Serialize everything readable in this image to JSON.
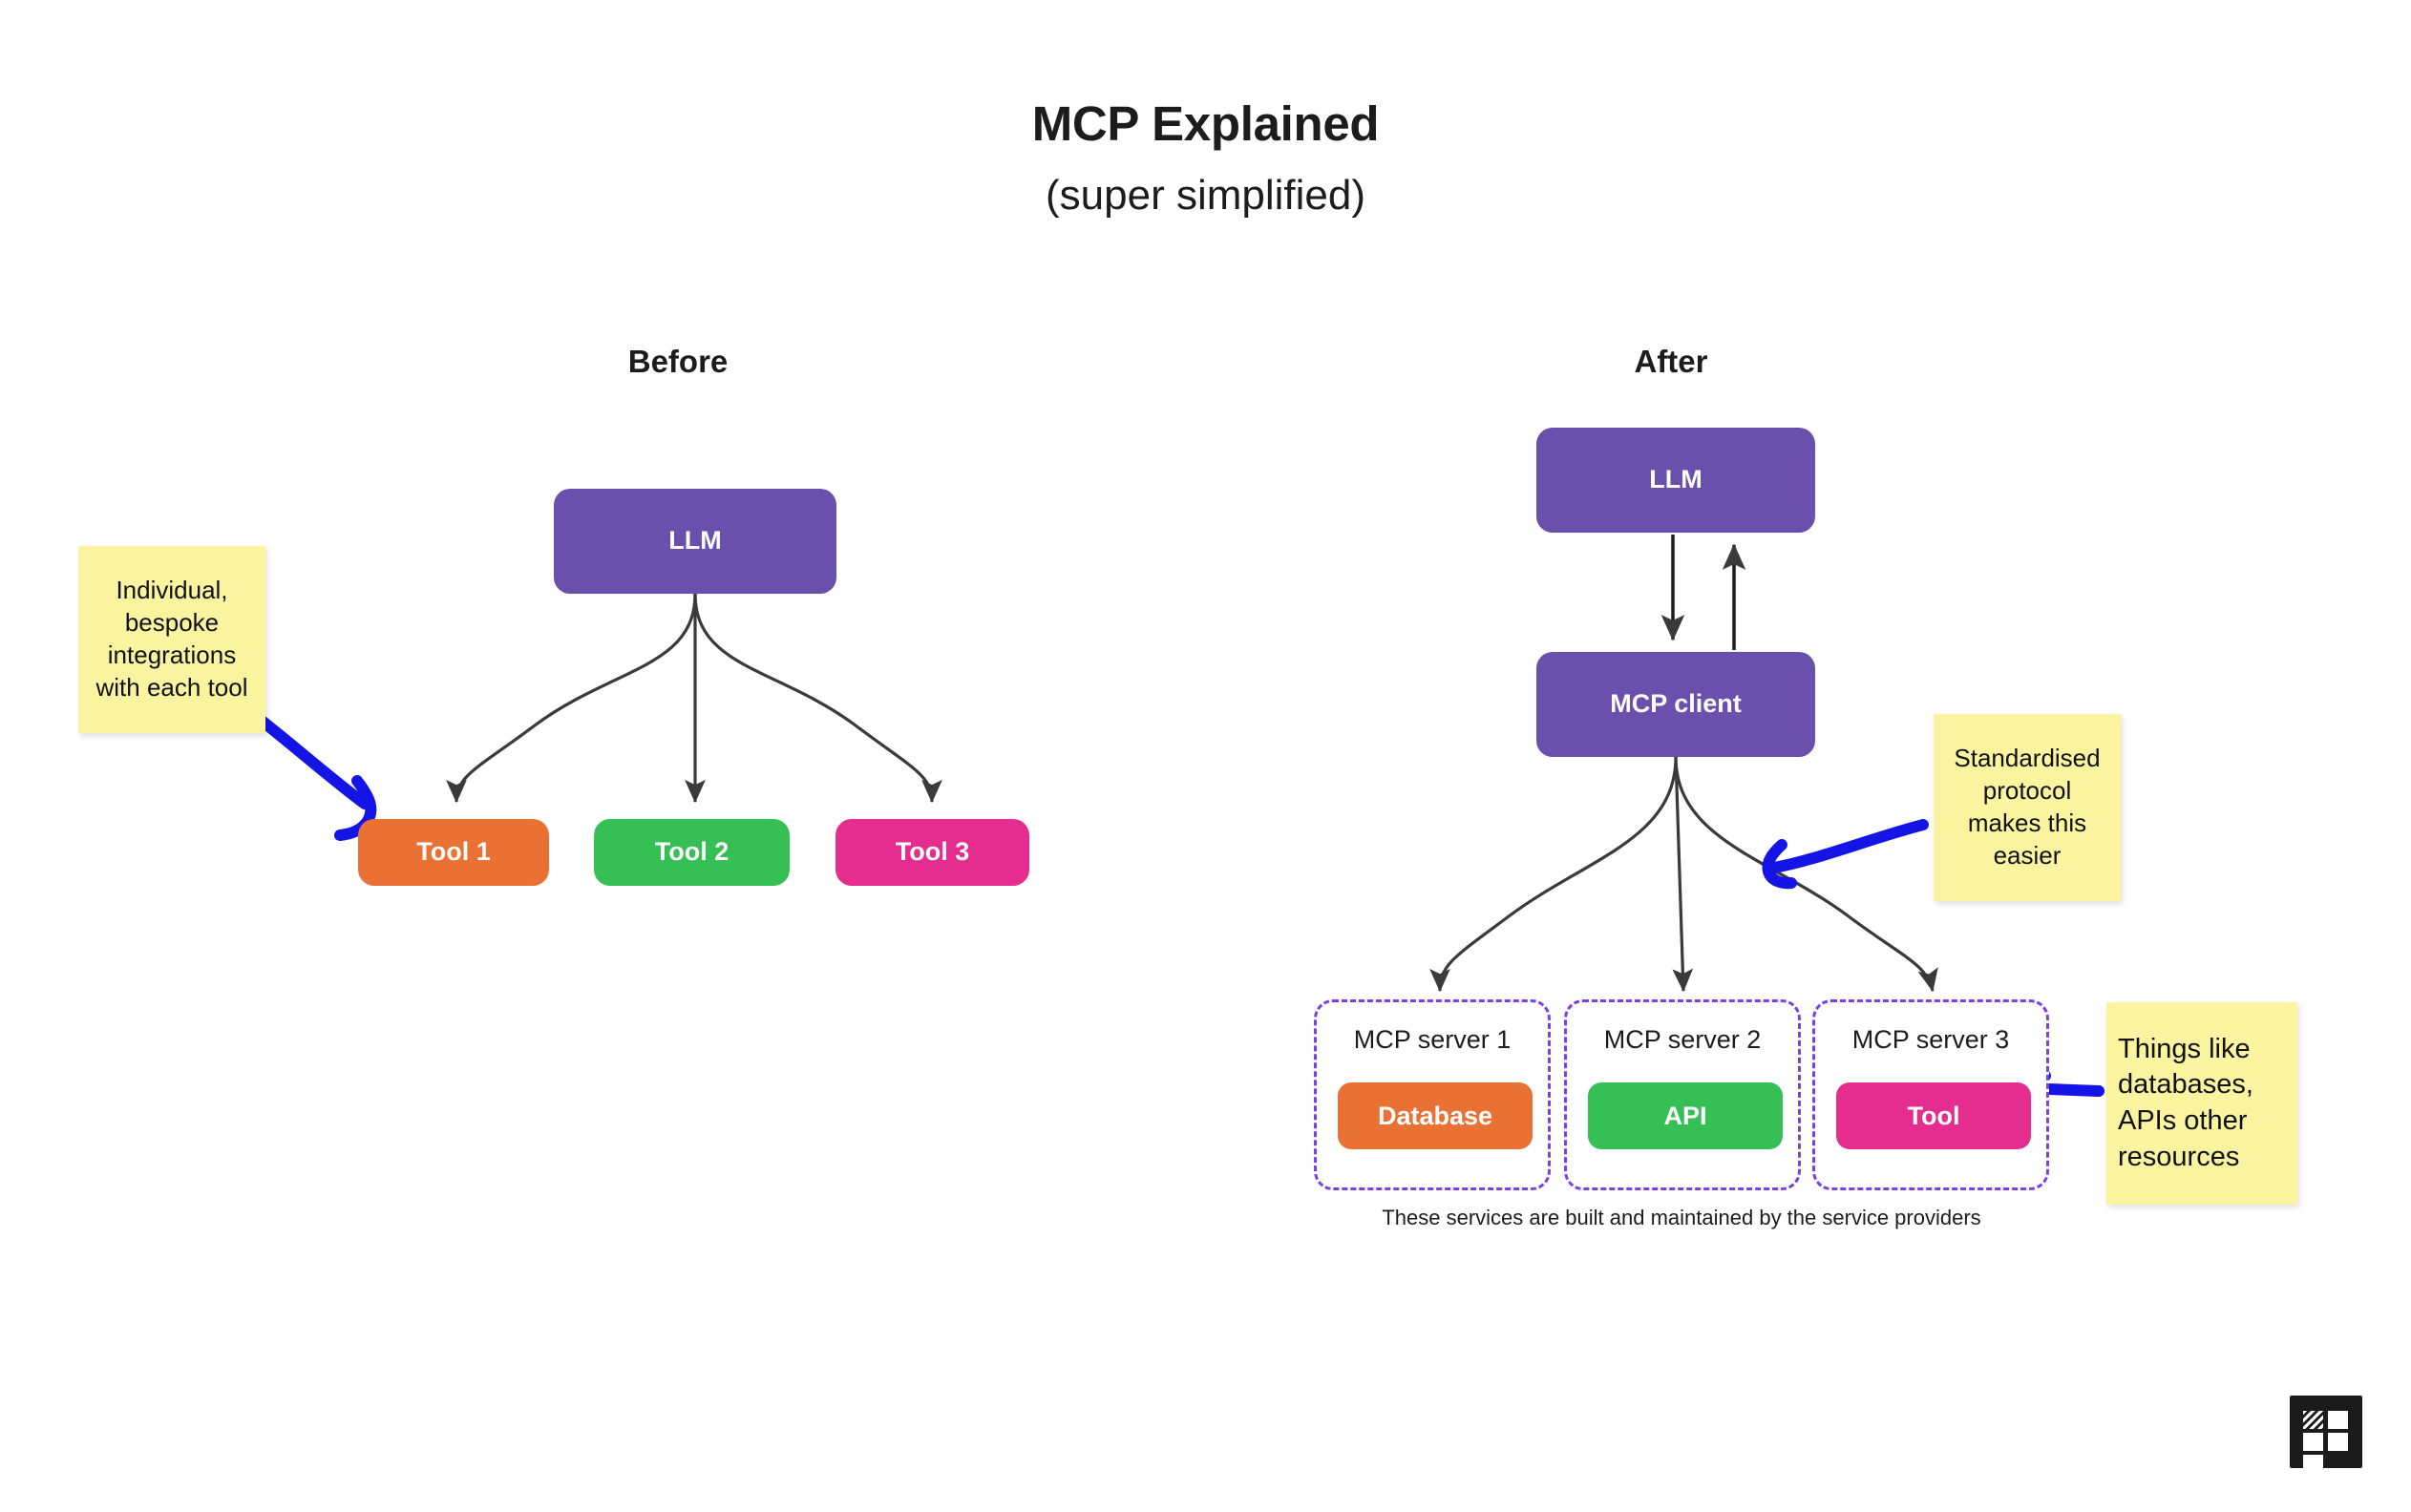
{
  "page": {
    "title_main": "MCP Explained",
    "title_sub": "(super simplified)",
    "background": "#ffffff"
  },
  "colors": {
    "purple": "#6A4FAD",
    "orange": "#EA7134",
    "green": "#35BF54",
    "pink": "#E52D8F",
    "sticky_yellow": "#FAF3A0",
    "dashed_border": "#7B3FE4",
    "annotation_blue": "#1414E6",
    "edge_black": "#3a3a3a",
    "text_dark": "#1c1c1c"
  },
  "before": {
    "heading": "Before",
    "llm": {
      "label": "LLM",
      "color": "purple"
    },
    "tools": [
      {
        "label": "Tool 1",
        "color": "orange"
      },
      {
        "label": "Tool 2",
        "color": "green"
      },
      {
        "label": "Tool 3",
        "color": "pink"
      }
    ],
    "sticky": {
      "text": "Individual, bespoke integrations with each tool",
      "lines": [
        "Individual,",
        "bespoke",
        "integrations",
        "with each tool"
      ]
    }
  },
  "after": {
    "heading": "After",
    "llm": {
      "label": "LLM",
      "color": "purple"
    },
    "mcp_client": {
      "label": "MCP client",
      "color": "purple"
    },
    "servers": [
      {
        "label": "MCP server 1",
        "chip": "Database",
        "color": "orange"
      },
      {
        "label": "MCP server 2",
        "chip": "API",
        "color": "green"
      },
      {
        "label": "MCP server 3",
        "chip": "Tool",
        "color": "pink"
      }
    ],
    "caption": "These services are built and maintained by the service providers",
    "sticky_protocol": {
      "text": "Standardised protocol makes this easier",
      "lines": [
        "Standardised",
        "protocol",
        "makes this",
        "easier"
      ]
    },
    "sticky_resources": {
      "text": "Things like databases, APIs other resources",
      "lines": [
        "Things like",
        "databases,",
        "APIs other",
        "resources"
      ]
    }
  },
  "logo": {
    "name": "brand-logo-mark",
    "style": "dark-square-with-white-blocks"
  }
}
